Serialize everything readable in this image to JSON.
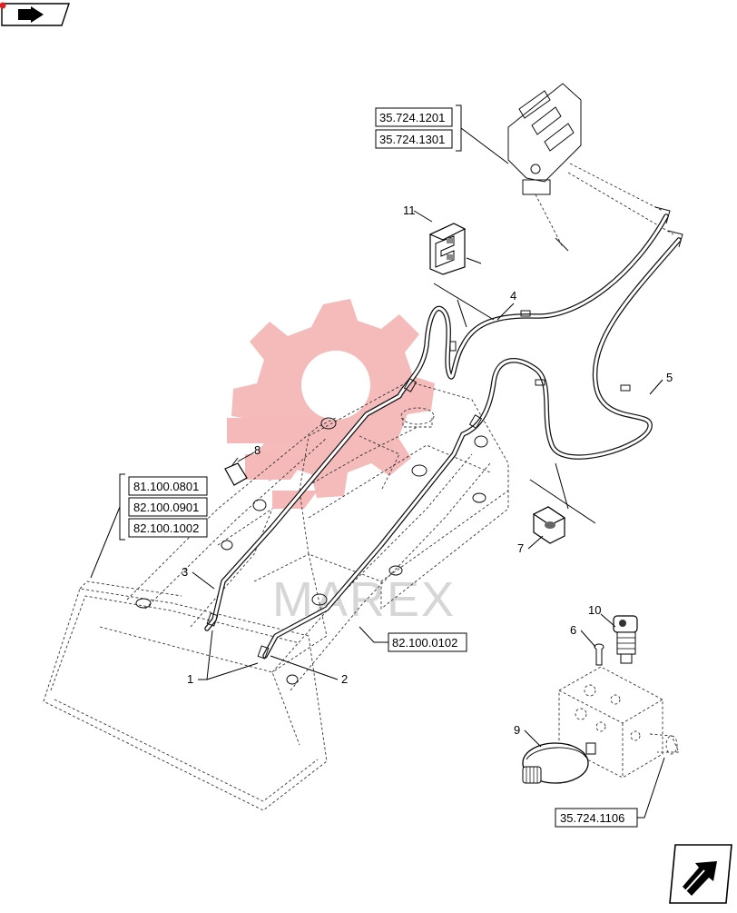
{
  "references": {
    "top_group": [
      "35.724.1201",
      "35.724.1301"
    ],
    "left_group": [
      "81.100.0801",
      "82.100.0901",
      "82.100.1002"
    ],
    "loader_ref": "82.100.0102",
    "valve_ref": "35.724.1106"
  },
  "callouts": {
    "n1": "1",
    "n2": "2",
    "n3": "3",
    "n4": "4",
    "n5": "5",
    "n6": "6",
    "n7": "7",
    "n8": "8",
    "n9": "9",
    "n10": "10",
    "n11": "11"
  },
  "watermark": {
    "text": "MAREX",
    "color": "#f4b3b3"
  },
  "icons": {
    "corner_top_left": "book-arrow-icon",
    "corner_bottom_right": "next-page-arrow-icon"
  }
}
